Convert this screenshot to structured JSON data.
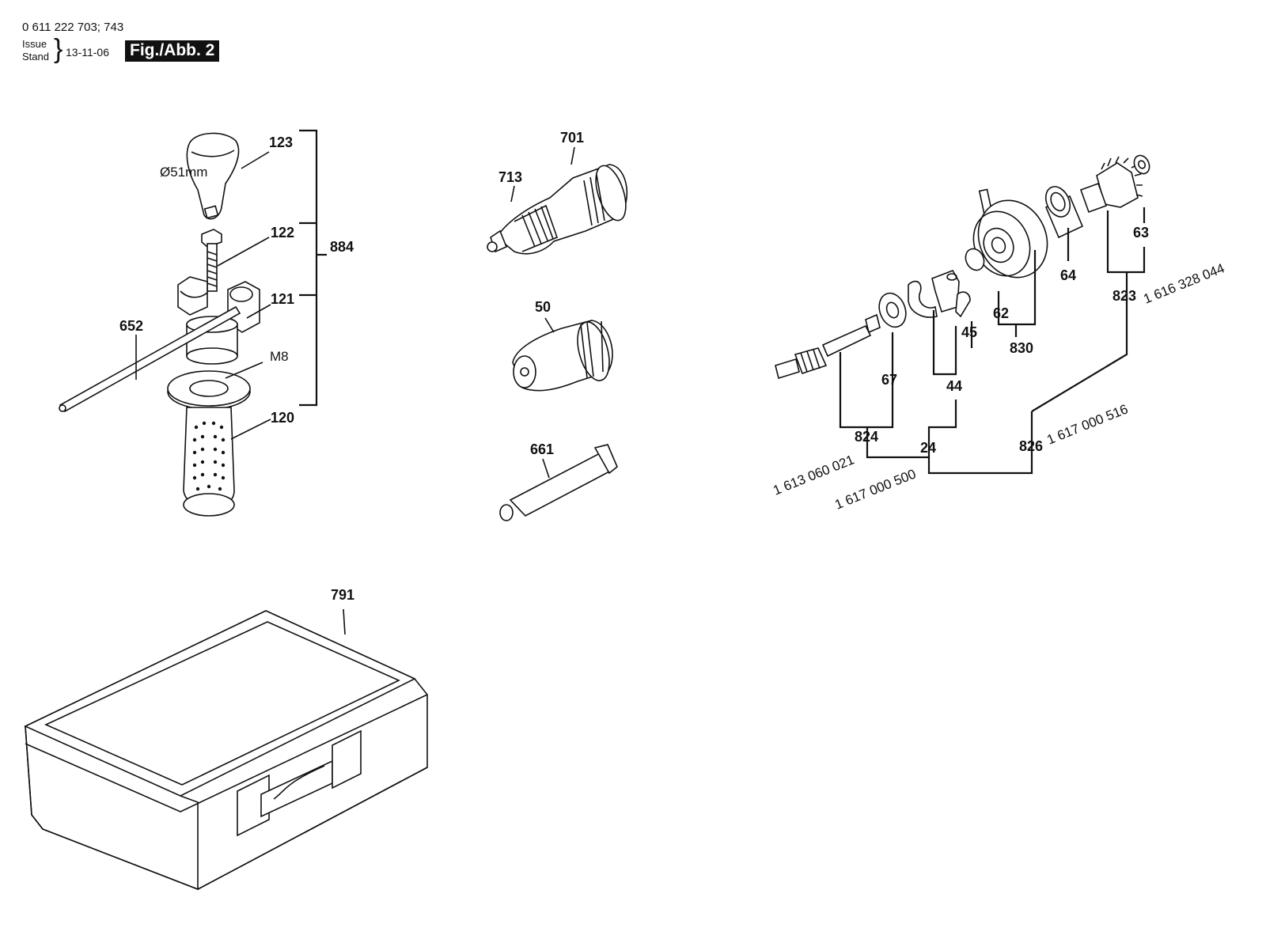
{
  "header": {
    "model_numbers": "0 611 222 703; 743",
    "issue_label": "Issue",
    "stand_label": "Stand",
    "date": "13-11-06",
    "figure_label": "Fig./Abb. 2"
  },
  "callouts": {
    "depth_stop": "123",
    "diameter_note": "Ø51mm",
    "screw": "122",
    "clamp": "121",
    "handle_assembly": "884",
    "depth_gauge": "652",
    "thread_note": "M8",
    "handle_grip": "120",
    "chuck_adapter": "701",
    "keyless_chuck": "713",
    "quick_chuck": "50",
    "grease_tube": "661",
    "gear": "63",
    "gear_set_code": "1 616 328 044",
    "needle_sleeve": "64",
    "gear_set": "823",
    "bearing_ring": "62",
    "bearing_assembly": "830",
    "spring_lever": "45",
    "ball_bearing": "67",
    "switching_fork": "44",
    "pinion_set": "824",
    "pinion_set_code": "1 613 060 021",
    "fork_set": "24",
    "fork_set_code": "1 617 000 500",
    "gearbox_set": "826",
    "gearbox_set_code": "1 617 000 516",
    "carrying_case": "791"
  }
}
